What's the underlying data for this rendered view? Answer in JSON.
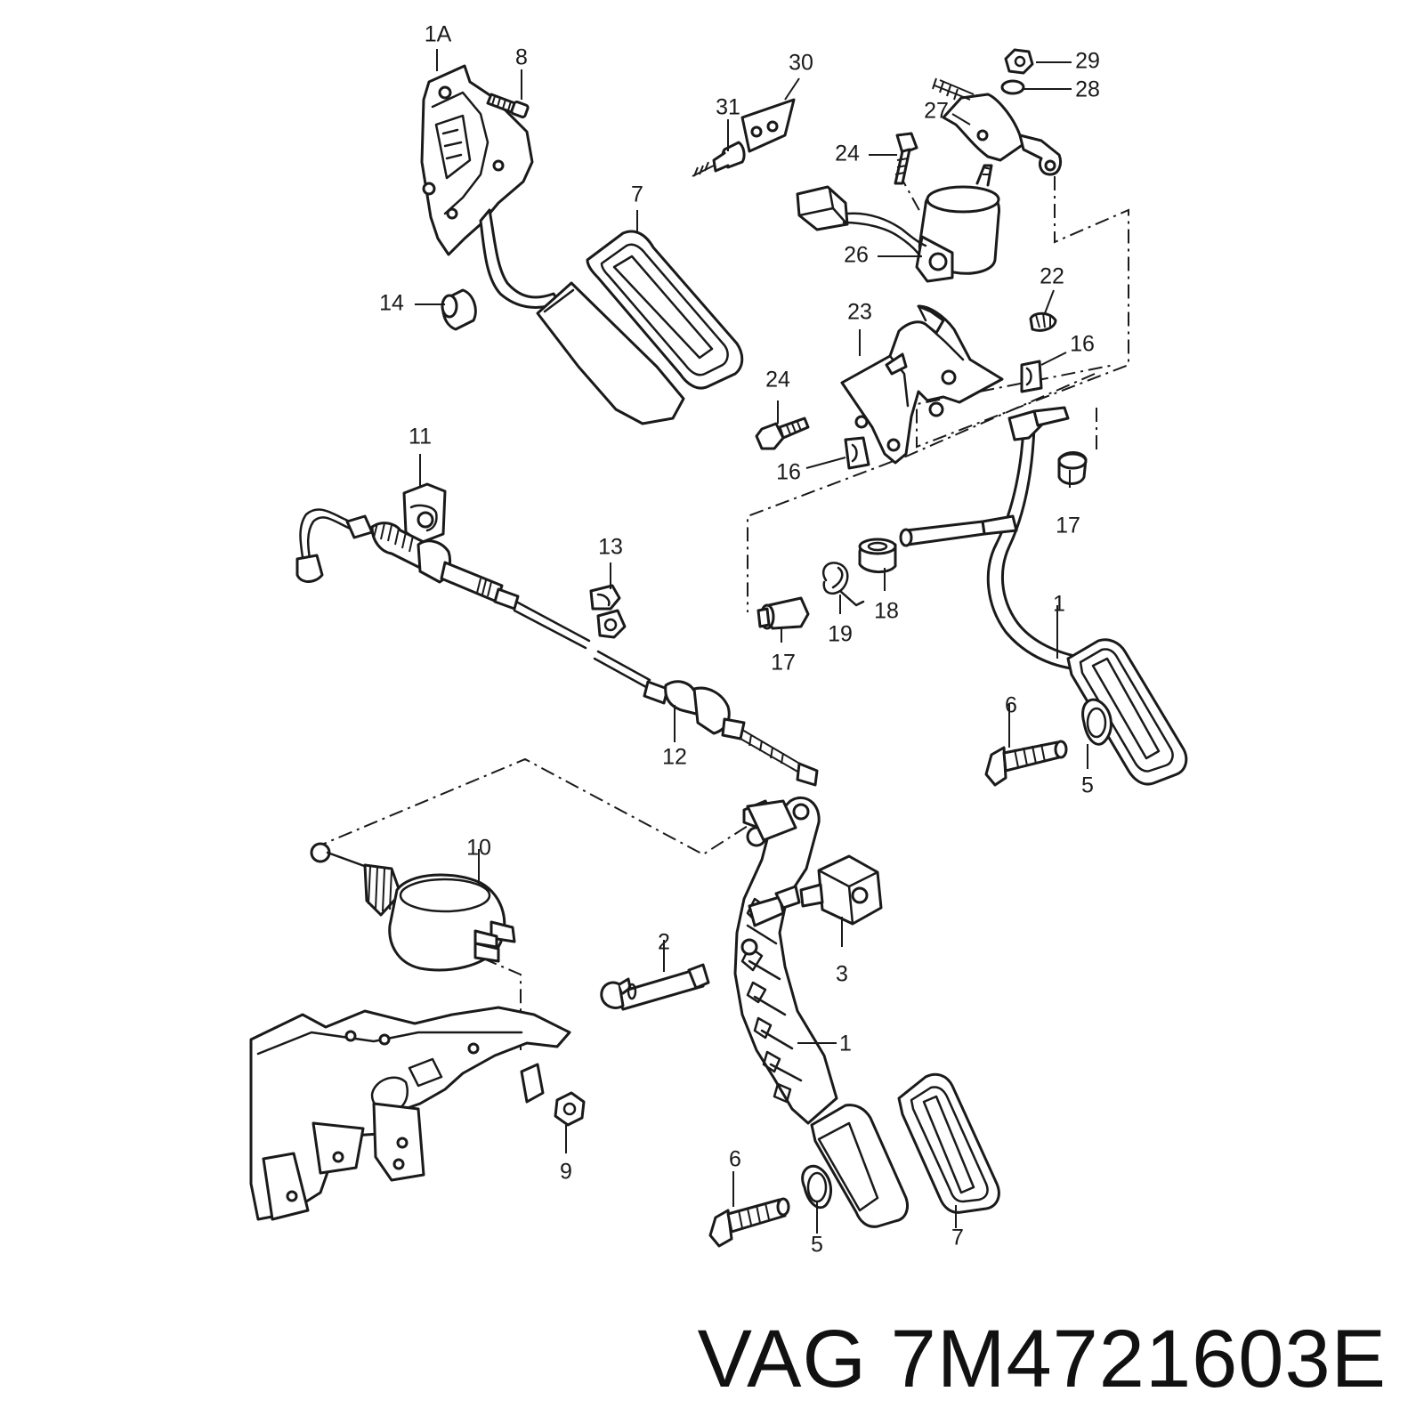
{
  "footer": {
    "part_number": "VAG 7M4721603E"
  },
  "callouts": {
    "c1A": "1A",
    "c8": "8",
    "c30": "30",
    "c31": "31",
    "c29": "29",
    "c28": "28",
    "c27": "27",
    "c24a": "24",
    "c7a": "7",
    "c26": "26",
    "c14": "14",
    "c22": "22",
    "c23": "23",
    "c16a": "16",
    "c24b": "24",
    "c16b": "16",
    "c11": "11",
    "c17a": "17",
    "c13": "13",
    "c18": "18",
    "c1a": "1",
    "c17b": "17",
    "c19": "19",
    "c6a": "6",
    "c12": "12",
    "c5a": "5",
    "c10": "10",
    "c2": "2",
    "c3": "3",
    "c1b": "1",
    "c9": "9",
    "c6b": "6",
    "c5b": "5",
    "c7b": "7"
  }
}
